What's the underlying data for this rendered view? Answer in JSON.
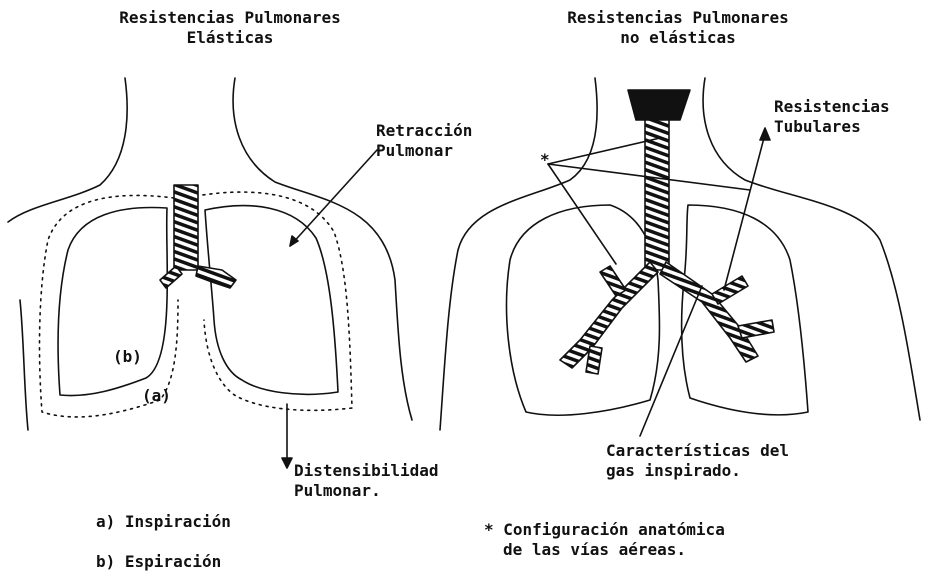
{
  "left_panel": {
    "title_line1": "Resistencias Pulmonares",
    "title_line2": "Elásticas",
    "retraccion_line1": "Retracción",
    "retraccion_line2": "Pulmonar",
    "marker_b": "(b)",
    "marker_a": "(a)",
    "distensibilidad_line1": "Distensibilidad",
    "distensibilidad_line2": "Pulmonar."
  },
  "right_panel": {
    "title_line1": "Resistencias Pulmonares",
    "title_line2": "no elásticas",
    "tubulares_line1": "Resistencias",
    "tubulares_line2": "Tubulares",
    "asterisk": "*",
    "caracteristicas_line1": "Características del",
    "caracteristicas_line2": "gas inspirado."
  },
  "legend": {
    "item_a": "a) Inspiración",
    "item_b": "b) Espiración",
    "footnote_line1": "* Configuración anatómica",
    "footnote_line2": "de las vías aéreas."
  }
}
